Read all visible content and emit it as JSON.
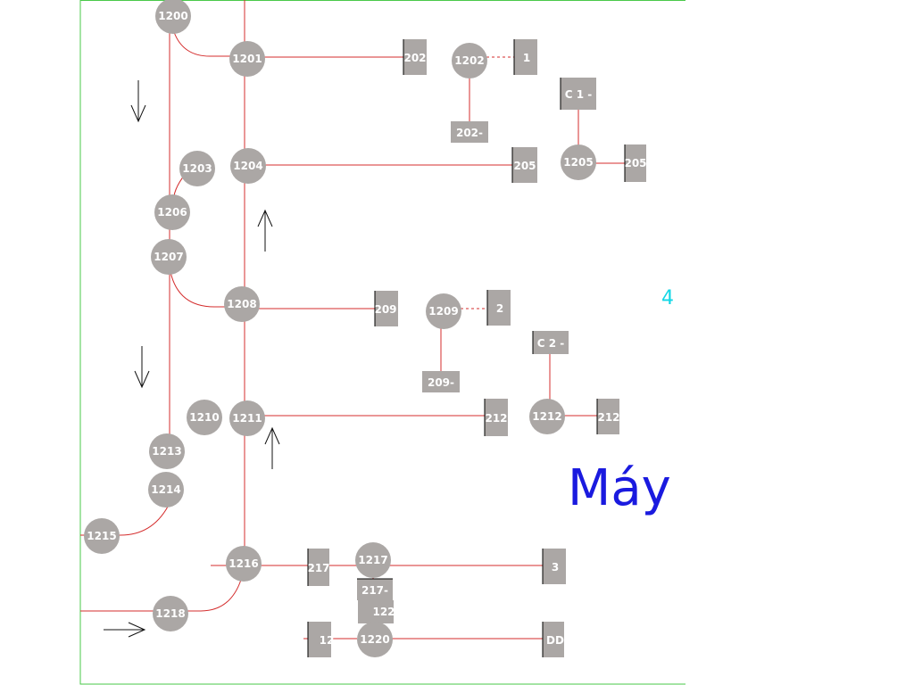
{
  "diagram": {
    "title": "Máy",
    "corner_number": "4",
    "colors": {
      "wire": "#d42c2c",
      "node": "#aba7a5",
      "frame": "#49c949",
      "title": "#1a1adf",
      "corner_number": "#12d7e6"
    },
    "circle_nodes": [
      {
        "id": "c1200",
        "label": "1200"
      },
      {
        "id": "c1201",
        "label": "1201"
      },
      {
        "id": "c1202",
        "label": "1202"
      },
      {
        "id": "c1203",
        "label": "1203"
      },
      {
        "id": "c1204",
        "label": "1204"
      },
      {
        "id": "c1205",
        "label": "1205"
      },
      {
        "id": "c1206",
        "label": "1206"
      },
      {
        "id": "c1207",
        "label": "1207"
      },
      {
        "id": "c1208",
        "label": "1208"
      },
      {
        "id": "c1209",
        "label": "1209"
      },
      {
        "id": "c1210",
        "label": "1210"
      },
      {
        "id": "c1211",
        "label": "1211"
      },
      {
        "id": "c1212",
        "label": "1212"
      },
      {
        "id": "c1213",
        "label": "1213"
      },
      {
        "id": "c1214",
        "label": "1214"
      },
      {
        "id": "c1215",
        "label": "1215"
      },
      {
        "id": "c1216",
        "label": "1216"
      },
      {
        "id": "c1217",
        "label": "1217"
      },
      {
        "id": "c1218",
        "label": "1218"
      },
      {
        "id": "c1220",
        "label": "1220"
      }
    ],
    "box_nodes": [
      {
        "id": "b1202a",
        "label": "202"
      },
      {
        "id": "b1202b",
        "label": "1"
      },
      {
        "id": "b1202c",
        "label": "202-"
      },
      {
        "id": "bC1",
        "label": "C 1 -"
      },
      {
        "id": "b1205a",
        "label": "205"
      },
      {
        "id": "b1205b",
        "label": "205"
      },
      {
        "id": "b1209a",
        "label": "209"
      },
      {
        "id": "b1209b",
        "label": "2"
      },
      {
        "id": "b1209c",
        "label": "209-"
      },
      {
        "id": "bC2",
        "label": "C 2 -"
      },
      {
        "id": "b1212a",
        "label": "212"
      },
      {
        "id": "b1212b",
        "label": "212"
      },
      {
        "id": "b1217a",
        "label": "217"
      },
      {
        "id": "b1217b",
        "label": "3"
      },
      {
        "id": "b1217c",
        "label": "217-"
      },
      {
        "id": "b122",
        "label": "122"
      },
      {
        "id": "b1220a",
        "label": "12"
      },
      {
        "id": "b1220b",
        "label": "DD"
      }
    ]
  }
}
